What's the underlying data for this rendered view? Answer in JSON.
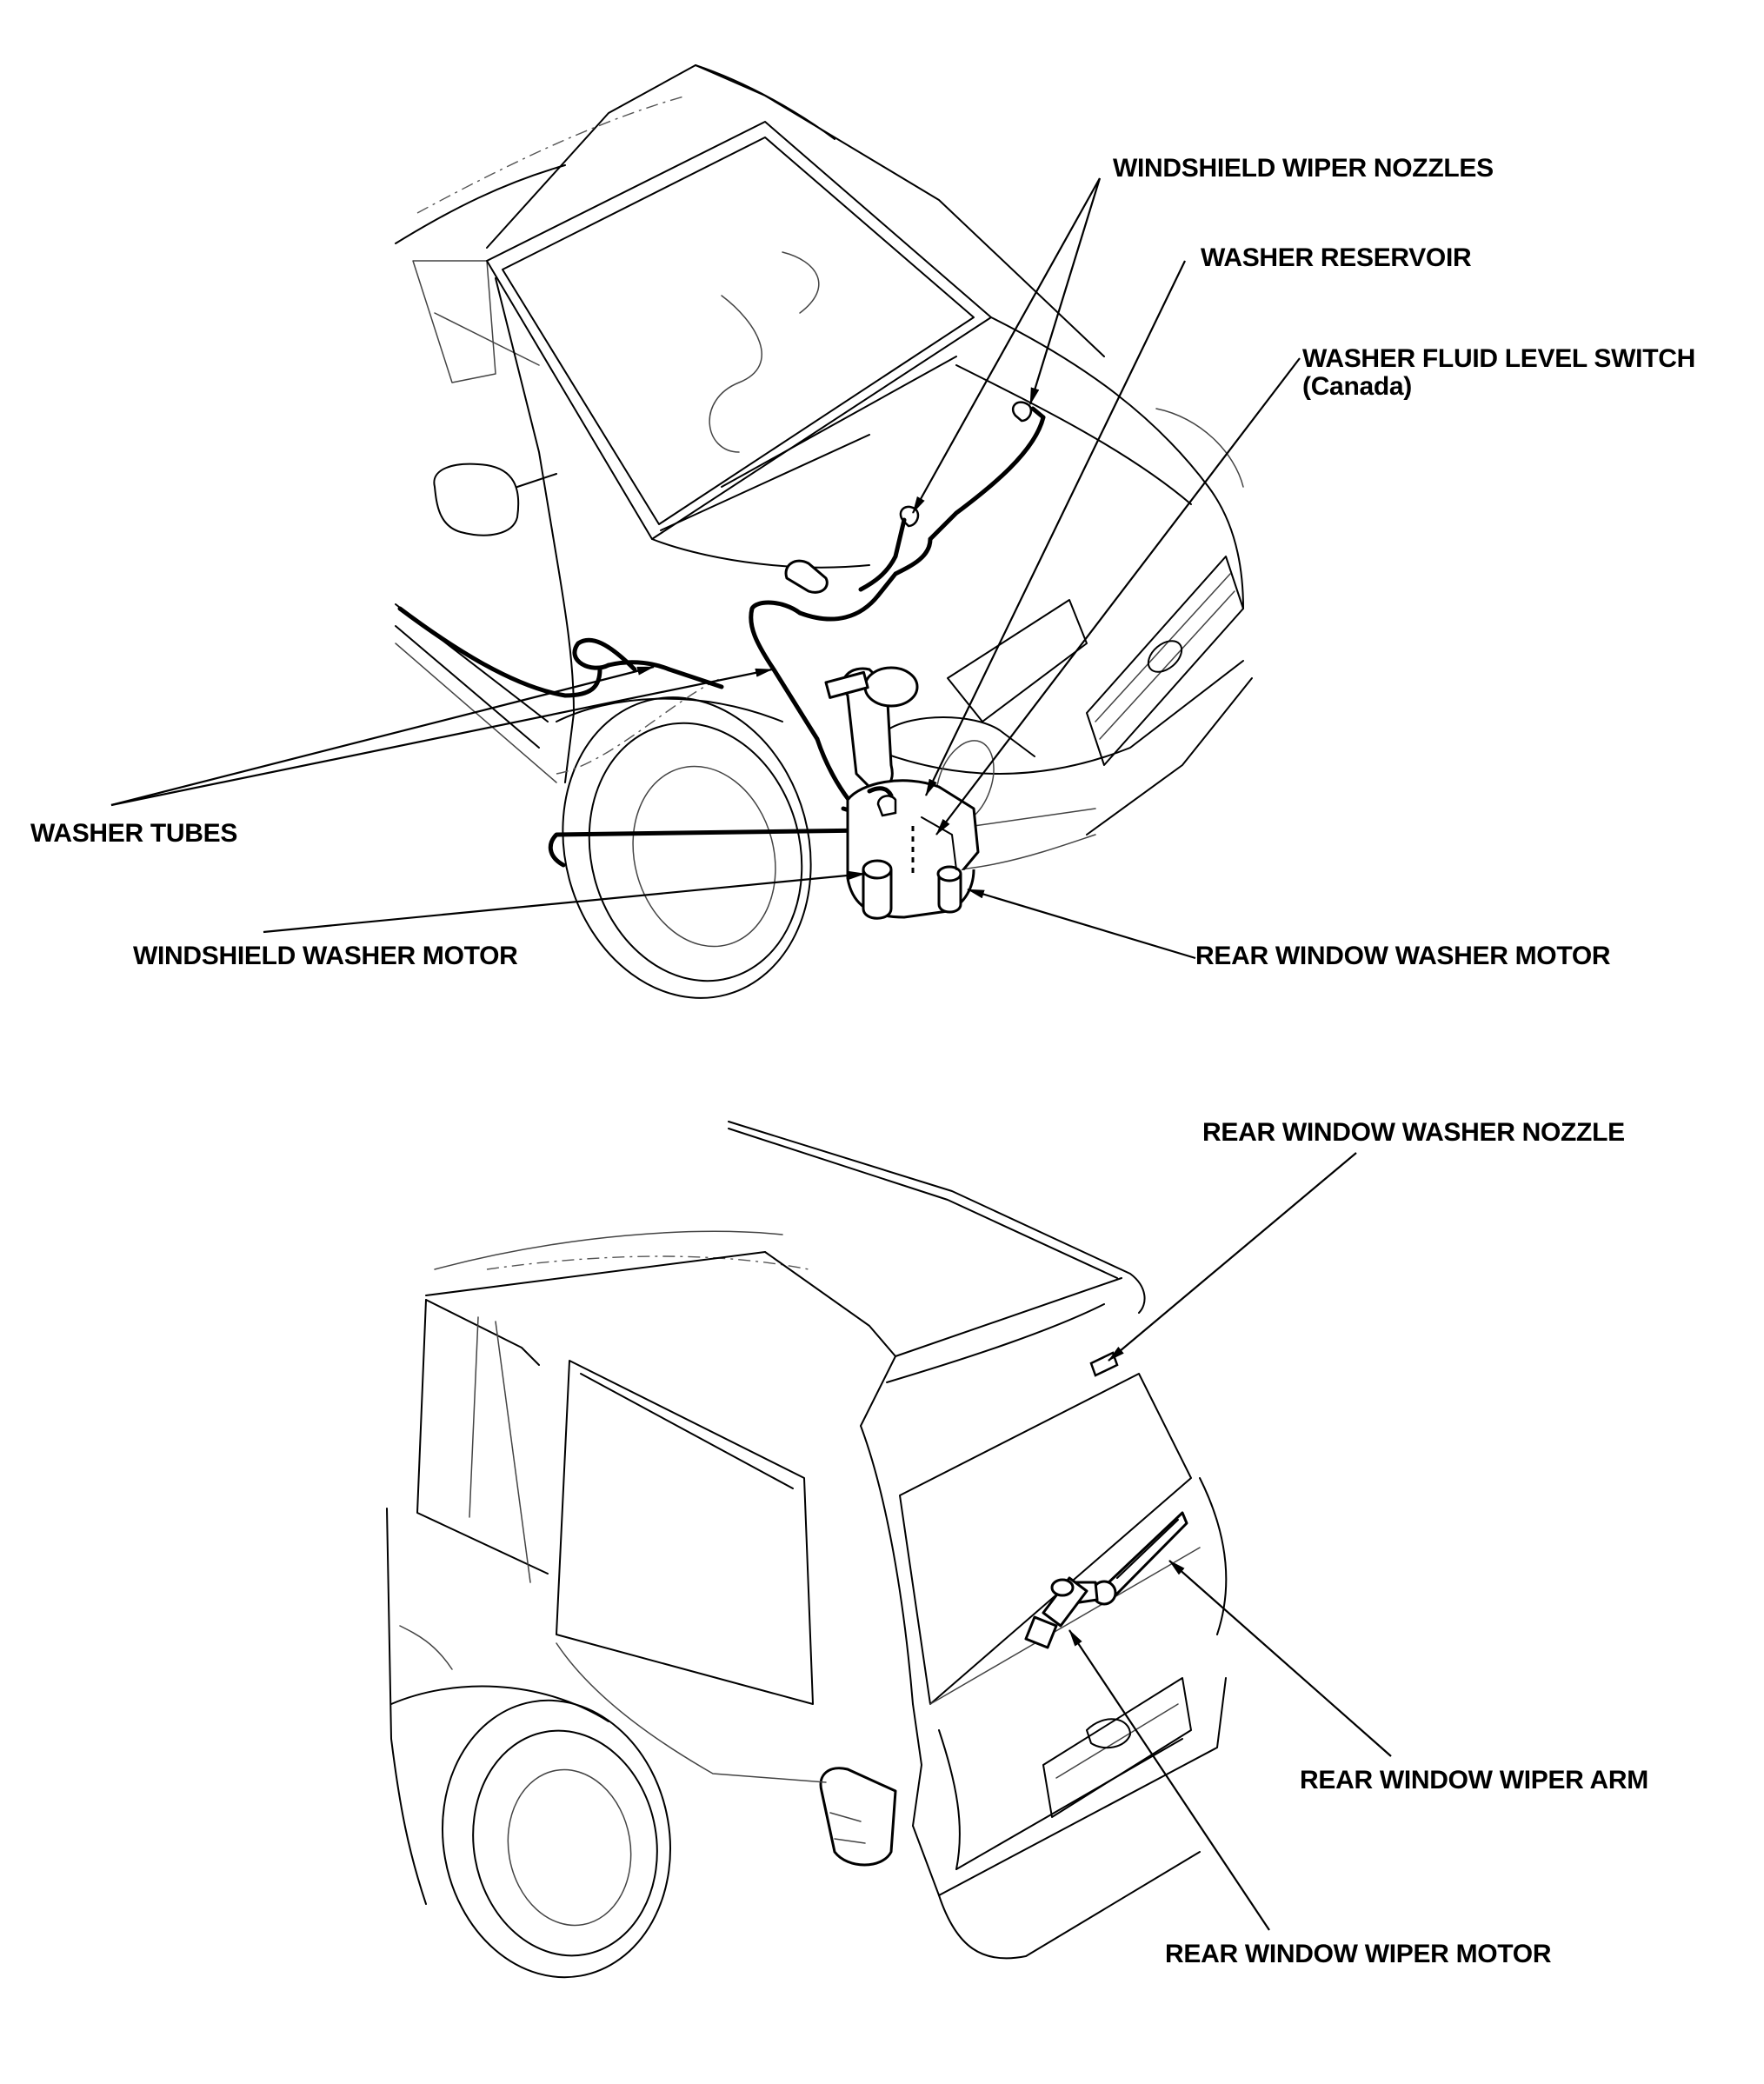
{
  "labels": {
    "windshield_wiper_nozzles": "WINDSHIELD WIPER NOZZLES",
    "washer_reservoir": "WASHER RESERVOIR",
    "washer_fluid_level_switch": "WASHER FLUID LEVEL SWITCH",
    "washer_fluid_level_switch_note": "(Canada)",
    "washer_tubes": "WASHER TUBES",
    "windshield_washer_motor": "WINDSHIELD WASHER MOTOR",
    "rear_window_washer_motor": "REAR WINDOW WASHER MOTOR",
    "rear_window_washer_nozzle": "REAR WINDOW WASHER NOZZLE",
    "rear_window_wiper_arm": "REAR WINDOW WIPER ARM",
    "rear_window_wiper_motor": "REAR WINDOW WIPER MOTOR"
  },
  "colors": {
    "ink": "#000000",
    "paper": "#ffffff"
  }
}
